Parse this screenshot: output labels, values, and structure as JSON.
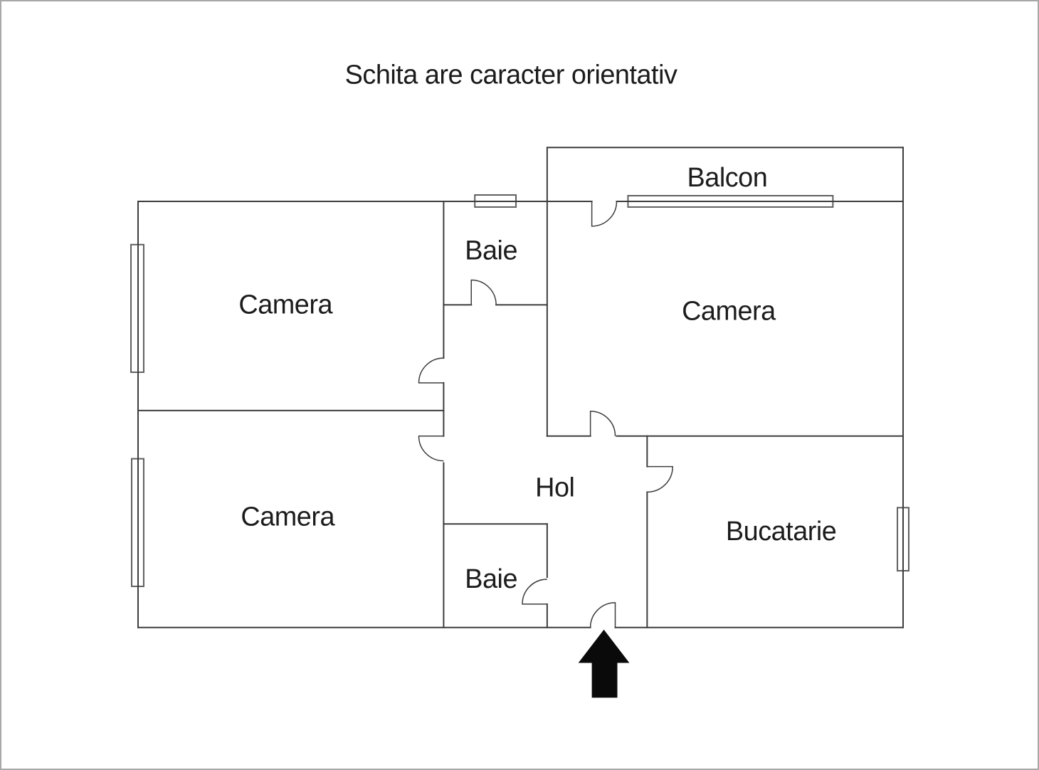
{
  "page": {
    "title": "Schita are caracter orientativ"
  },
  "colors": {
    "background": "#ffffff",
    "page_border": "#a8a8a8",
    "wall": "#3d3d3d",
    "window_border": "#5e5e5e",
    "text": "#1c1c1c",
    "arrow": "#0a0a0a"
  },
  "rooms": [
    {
      "id": "camera-top-left",
      "label": "Camera"
    },
    {
      "id": "baie-top",
      "label": "Baie"
    },
    {
      "id": "balcon",
      "label": "Balcon"
    },
    {
      "id": "camera-right",
      "label": "Camera"
    },
    {
      "id": "camera-bottom-left",
      "label": "Camera"
    },
    {
      "id": "hol",
      "label": "Hol"
    },
    {
      "id": "baie-bottom",
      "label": "Baie"
    },
    {
      "id": "bucatarie",
      "label": "Bucatarie"
    }
  ],
  "entrance": {
    "icon": "entrance-arrow-up"
  }
}
